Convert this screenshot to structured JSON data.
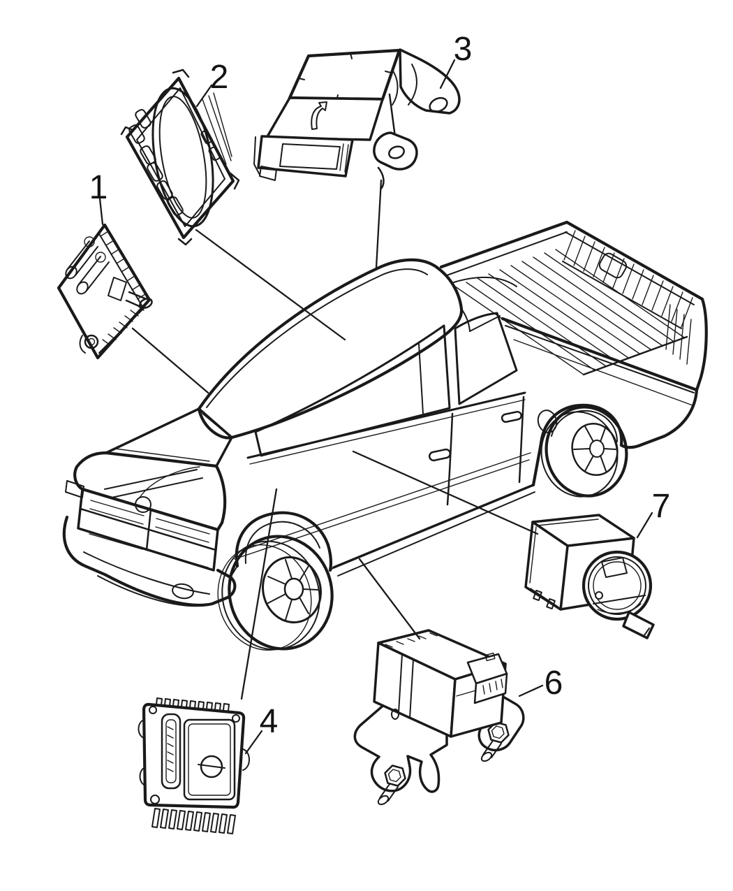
{
  "diagram": {
    "type": "vehicle-parts-diagram",
    "background_color": "#ffffff",
    "line_color": "#1a1a1a",
    "vehicle": "pickup-truck-line-art",
    "callouts": [
      {
        "id": "1",
        "label": "1"
      },
      {
        "id": "2",
        "label": "2"
      },
      {
        "id": "3",
        "label": "3"
      },
      {
        "id": "4",
        "label": "4"
      },
      {
        "id": "6",
        "label": "6"
      },
      {
        "id": "7",
        "label": "7"
      }
    ]
  }
}
